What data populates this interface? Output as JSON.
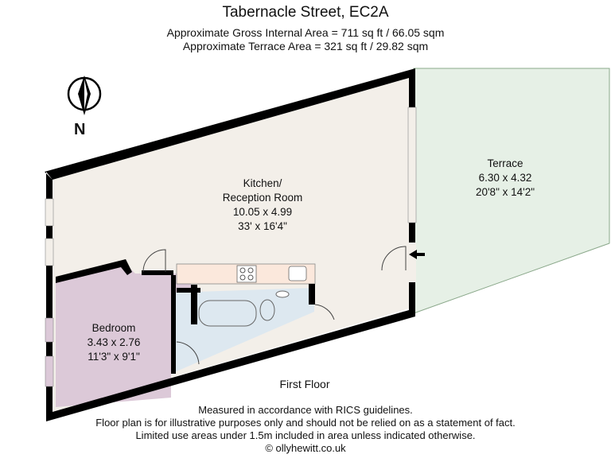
{
  "header": {
    "title": "Tabernacle Street, EC2A",
    "gross_area": "Approximate Gross Internal Area = 711 sq ft / 66.05 sqm",
    "terrace_area": "Approximate Terrace Area = 321 sq ft / 29.82 sqm"
  },
  "compass": {
    "label": "N"
  },
  "rooms": {
    "kitchen": {
      "name1": "Kitchen/",
      "name2": "Reception Room",
      "metric": "10.05 x 4.99",
      "imperial": "33' x 16'4\""
    },
    "terrace": {
      "name": "Terrace",
      "metric": "6.30 x 4.32",
      "imperial": "20'8\" x 14'2\""
    },
    "bedroom": {
      "name": "Bedroom",
      "metric": "3.43 x 2.76",
      "imperial": "11'3\" x 9'1\""
    }
  },
  "floor_label": "First Floor",
  "footer": {
    "line1": "Measured in accordance with RICS guidelines.",
    "line2": "Floor plan is for illustrative purposes only and should not be relied on as a statement of fact.",
    "line3": "Limited use areas under 1.5m included in area unless indicated otherwise.",
    "line4": "© ollyhewitt.co.uk"
  },
  "colors": {
    "wall": "#000000",
    "reception": "#f3efe9",
    "terrace": "#e6f0e6",
    "bedroom": "#dcc9d8",
    "bathroom": "#dde8f0",
    "kitchen_counter": "#fbe8dc"
  }
}
